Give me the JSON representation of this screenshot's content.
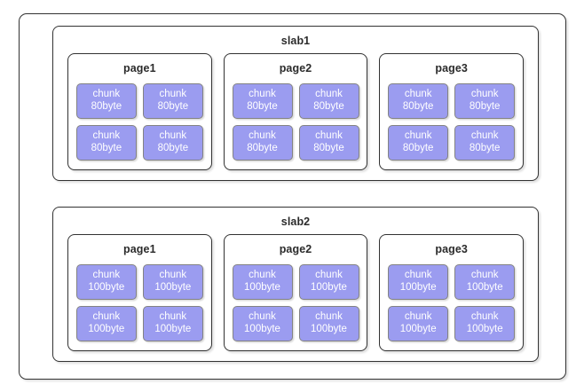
{
  "diagram": {
    "type": "slab-allocator-memory-layout",
    "background_color": "#ffffff",
    "frame_border_color": "#323232",
    "chunk_fill_color": "#9b9cf0",
    "chunk_border_color": "#838383",
    "chunk_text_color": "#ffffff",
    "slabs": [
      {
        "title": "slab1",
        "pages": [
          {
            "title": "page1",
            "chunks": [
              {
                "label": "chunk",
                "size": "80byte"
              },
              {
                "label": "chunk",
                "size": "80byte"
              },
              {
                "label": "chunk",
                "size": "80byte"
              },
              {
                "label": "chunk",
                "size": "80byte"
              }
            ]
          },
          {
            "title": "page2",
            "chunks": [
              {
                "label": "chunk",
                "size": "80byte"
              },
              {
                "label": "chunk",
                "size": "80byte"
              },
              {
                "label": "chunk",
                "size": "80byte"
              },
              {
                "label": "chunk",
                "size": "80byte"
              }
            ]
          },
          {
            "title": "page3",
            "chunks": [
              {
                "label": "chunk",
                "size": "80byte"
              },
              {
                "label": "chunk",
                "size": "80byte"
              },
              {
                "label": "chunk",
                "size": "80byte"
              },
              {
                "label": "chunk",
                "size": "80byte"
              }
            ]
          }
        ]
      },
      {
        "title": "slab2",
        "pages": [
          {
            "title": "page1",
            "chunks": [
              {
                "label": "chunk",
                "size": "100byte"
              },
              {
                "label": "chunk",
                "size": "100byte"
              },
              {
                "label": "chunk",
                "size": "100byte"
              },
              {
                "label": "chunk",
                "size": "100byte"
              }
            ]
          },
          {
            "title": "page2",
            "chunks": [
              {
                "label": "chunk",
                "size": "100byte"
              },
              {
                "label": "chunk",
                "size": "100byte"
              },
              {
                "label": "chunk",
                "size": "100byte"
              },
              {
                "label": "chunk",
                "size": "100byte"
              }
            ]
          },
          {
            "title": "page3",
            "chunks": [
              {
                "label": "chunk",
                "size": "100byte"
              },
              {
                "label": "chunk",
                "size": "100byte"
              },
              {
                "label": "chunk",
                "size": "100byte"
              },
              {
                "label": "chunk",
                "size": "100byte"
              }
            ]
          }
        ]
      }
    ]
  }
}
